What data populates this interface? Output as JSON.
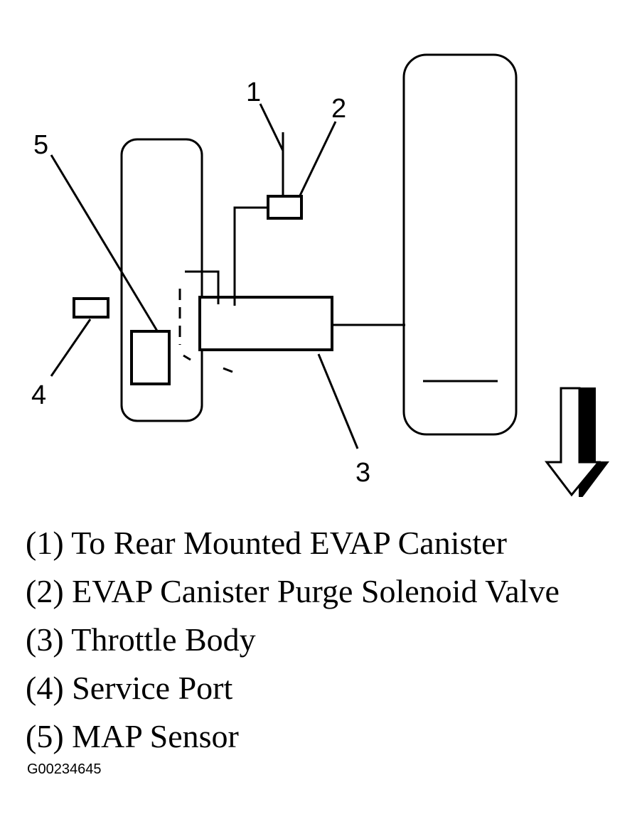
{
  "callouts": [
    "1",
    "2",
    "3",
    "4",
    "5"
  ],
  "legend": [
    "(1) To Rear Mounted EVAP Canister",
    "(2) EVAP Canister Purge Solenoid Valve",
    "(3) Throttle Body",
    "(4) Service Port",
    "(5) MAP Sensor"
  ],
  "figure_id": "G00234645",
  "colors": {
    "line": "#000000",
    "background": "#ffffff"
  },
  "icons": {
    "direction_arrow": "down-arrow-icon"
  }
}
